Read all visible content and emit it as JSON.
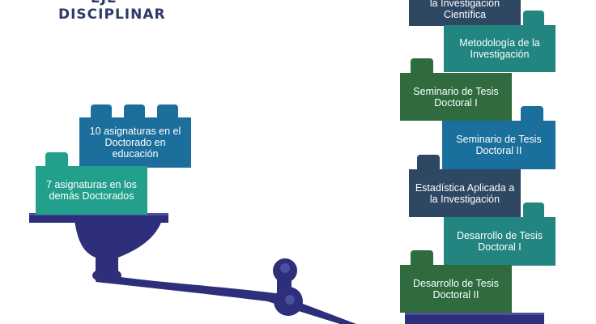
{
  "title": {
    "line1": "EJE",
    "line2": "DISCIPLINAR"
  },
  "left_stack": [
    {
      "text": "10 asignaturas en el Doctorado en educación",
      "color": "#1c6f9c"
    },
    {
      "text": "7 asignaturas en los demás Doctorados",
      "color": "#22a08c"
    }
  ],
  "right_stack": [
    {
      "text": "la Investigación Científica",
      "color": "#2e4763"
    },
    {
      "text": "Metodología de la Investigación",
      "color": "#22857f"
    },
    {
      "text": "Seminario de Tesis Doctoral I",
      "color": "#2f6b3f"
    },
    {
      "text": "Seminario de Tesis Doctoral II",
      "color": "#1b6f9c"
    },
    {
      "text": "Estadística Aplicada a la Investigación",
      "color": "#2e4763"
    },
    {
      "text": "Desarrollo de Tesis Doctoral I",
      "color": "#22857f"
    },
    {
      "text": "Desarrollo de Tesis Doctoral II",
      "color": "#2f6b3f"
    }
  ],
  "colors": {
    "title": "#2d3a6b",
    "scale": "#2d2f7a",
    "scale_light": "#4b4fa0"
  }
}
